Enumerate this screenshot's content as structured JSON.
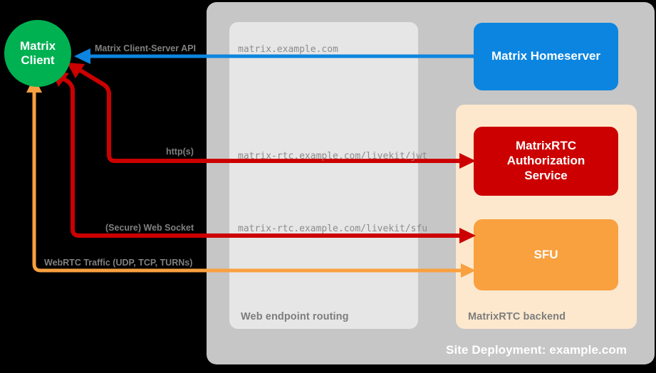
{
  "diagram": {
    "title": "Site Deployment: example.com"
  },
  "client": {
    "line1": "Matrix",
    "line2": "Client",
    "color": "#00b152"
  },
  "panels": {
    "site": {
      "caption": "Site Deployment: example.com",
      "color": "#c6c6c6"
    },
    "web_routing": {
      "caption": "Web endpoint routing",
      "color": "#e6e6e6"
    },
    "rtc_backend": {
      "caption": "MatrixRTC backend",
      "color": "#fde8ce"
    }
  },
  "boxes": {
    "homeserver": {
      "label": "Matrix Homeserver",
      "color": "#0c85e0"
    },
    "auth_service": {
      "line1": "MatrixRTC",
      "line2": "Authorization",
      "line3": "Service",
      "color": "#cc0000"
    },
    "sfu": {
      "label": "SFU",
      "color": "#f9a03f"
    }
  },
  "connections": [
    {
      "id": "client-server-api",
      "label": "Matrix Client-Server API",
      "endpoint": "matrix.example.com",
      "color": "#0c85e0",
      "direction": "to-client"
    },
    {
      "id": "jwt-http",
      "label": "http(s)",
      "endpoint": "matrix-rtc.example.com/livekit/jwt",
      "color": "#cc0000",
      "direction": "bidirectional"
    },
    {
      "id": "sfu-websocket",
      "label": "(Secure) Web Socket",
      "endpoint": "matrix-rtc.example.com/livekit/sfu",
      "color": "#cc0000",
      "direction": "bidirectional"
    },
    {
      "id": "webrtc-traffic",
      "label": "WebRTC Traffic (UDP, TCP, TURNs)",
      "endpoint": "",
      "color": "#f9a03f",
      "direction": "bidirectional"
    }
  ]
}
